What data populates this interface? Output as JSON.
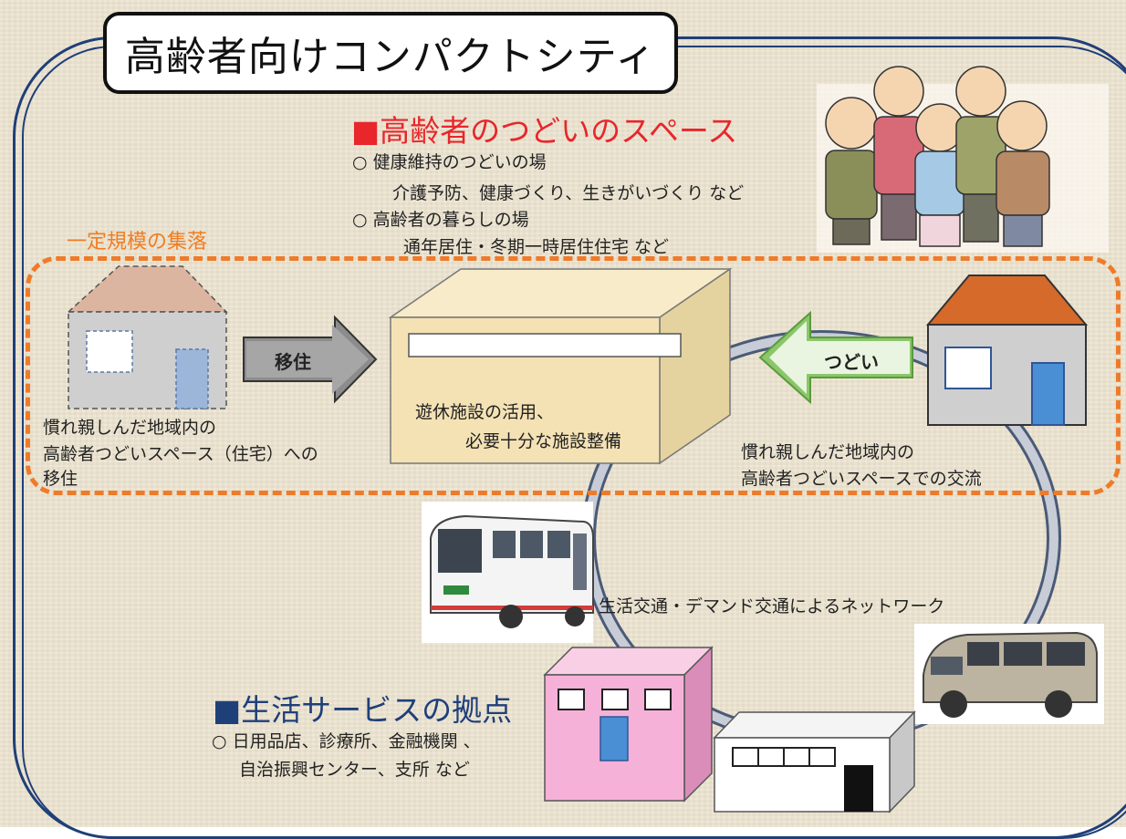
{
  "title": "高齢者向けコンパクトシティ",
  "elderly_space": {
    "heading": "■高齢者のつどいのスペース",
    "line1": "○ 健康維持のつどいの場",
    "line2": "介護予防、健康づくり、生きがいづくり など",
    "line3": "○ 高齢者の暮らしの場",
    "line4": "通年居住・冬期一時居住住宅 など"
  },
  "settlement_label": "一定規模の集落",
  "migrate_label": "移住",
  "gather_label": "つどい",
  "facility": {
    "line1": "遊休施設の活用、",
    "line2": "必要十分な施設整備"
  },
  "left_caption": {
    "line1": "慣れ親しんだ地域内の",
    "line2": "高齢者つどいスペース（住宅）への",
    "line3": "移住"
  },
  "right_caption": {
    "line1": "慣れ親しんだ地域内の",
    "line2": "高齢者つどいスペースでの交流"
  },
  "network_label": "生活交通・デマンド交通によるネットワーク",
  "service_hub": {
    "heading": "■生活サービスの拠点",
    "line1": "○ 日用品店、診療所、金融機関 、",
    "line2": "自治振興センター、支所 など"
  },
  "colors": {
    "frame": "#1f3f79",
    "dashed": "#ee7b2a",
    "heading_red": "#e8262b",
    "arrow_green": "#8cc66b",
    "arrow_gray": "#8c8c8c",
    "pink_building": "#f6b1d8",
    "facility_box": "#f4e2b5"
  }
}
